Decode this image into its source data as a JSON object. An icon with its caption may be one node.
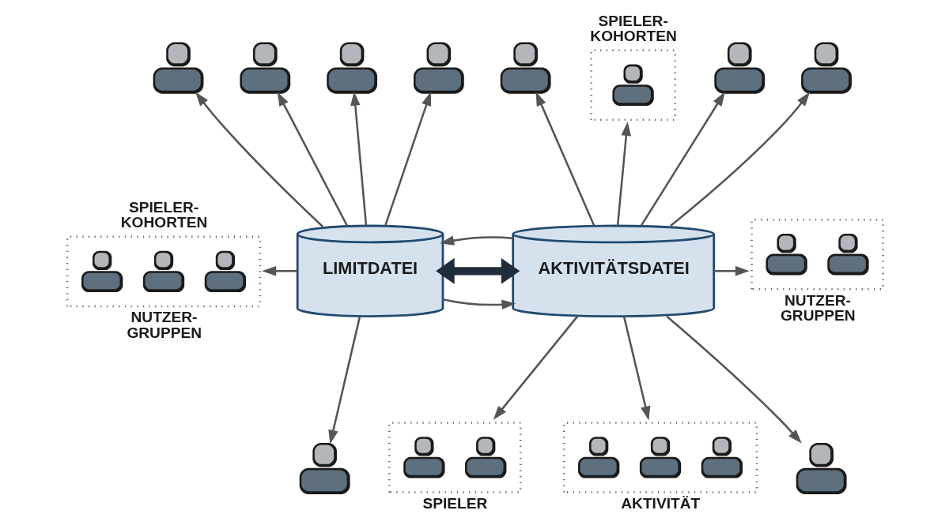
{
  "diagram": {
    "nodes": [
      {
        "text": [],
        "shape": "person"
      },
      {
        "text": [],
        "shape": "person"
      },
      {
        "text": [],
        "shape": "person"
      },
      {
        "text": [],
        "shape": "person"
      },
      {
        "text": [],
        "shape": "person"
      },
      {
        "text": [
          "SPIELER- KOHORTEN"
        ]
      },
      {
        "text": [],
        "shape": "person"
      },
      {
        "text": [],
        "shape": "person"
      },
      {
        "text": [
          "SPIELER- KOHORTEN",
          "NUTZER- GRUPPEN"
        ]
      },
      {
        "text": [
          "LIMITDATEI"
        ]
      },
      {
        "text": [
          "AKTIVITÄTSDATEI"
        ]
      },
      {
        "text": [
          "NUTZER- GRUPPEN"
        ]
      },
      {
        "text": [],
        "shape": "person"
      },
      {
        "text": [
          "SPIELER"
        ]
      },
      {
        "text": [
          "AKTIVITÄT"
        ]
      },
      {
        "text": [],
        "shape": "person"
      }
    ],
    "edges": [
      {
        "from": 9,
        "to": 0,
        "arrow": "to"
      },
      {
        "from": 9,
        "to": 1,
        "arrow": "to"
      },
      {
        "from": 9,
        "to": 2,
        "arrow": "to"
      },
      {
        "from": 9,
        "to": 3,
        "arrow": "to"
      },
      {
        "from": 10,
        "to": 4,
        "arrow": "to"
      },
      {
        "from": 10,
        "to": 5,
        "arrow": "to"
      },
      {
        "from": 10,
        "to": 6,
        "arrow": "to"
      },
      {
        "from": 10,
        "to": 7,
        "arrow": "to"
      },
      {
        "from": 9,
        "to": 8,
        "arrow": "to"
      },
      {
        "from": 9,
        "to": 10,
        "arrow": "to"
      },
      {
        "from": 9,
        "to": 10,
        "arrow": "both",
        "style": "thick",
        "color": "#1f2d3b"
      },
      {
        "from": 10,
        "to": 9,
        "arrow": "to"
      },
      {
        "from": 10,
        "to": 13,
        "arrow": "to"
      },
      {
        "from": 10,
        "to": 11,
        "arrow": "to"
      },
      {
        "from": 9,
        "to": 12,
        "arrow": "to"
      },
      {
        "from": 10,
        "to": 14,
        "arrow": "to"
      },
      {
        "from": 10,
        "to": 15,
        "arrow": "to"
      }
    ]
  }
}
